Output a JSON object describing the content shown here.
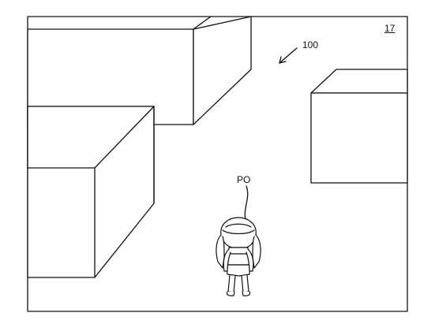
{
  "figure": {
    "number_label": "17"
  },
  "annotations": {
    "screen_ref": "100",
    "character_ref": "PO"
  }
}
